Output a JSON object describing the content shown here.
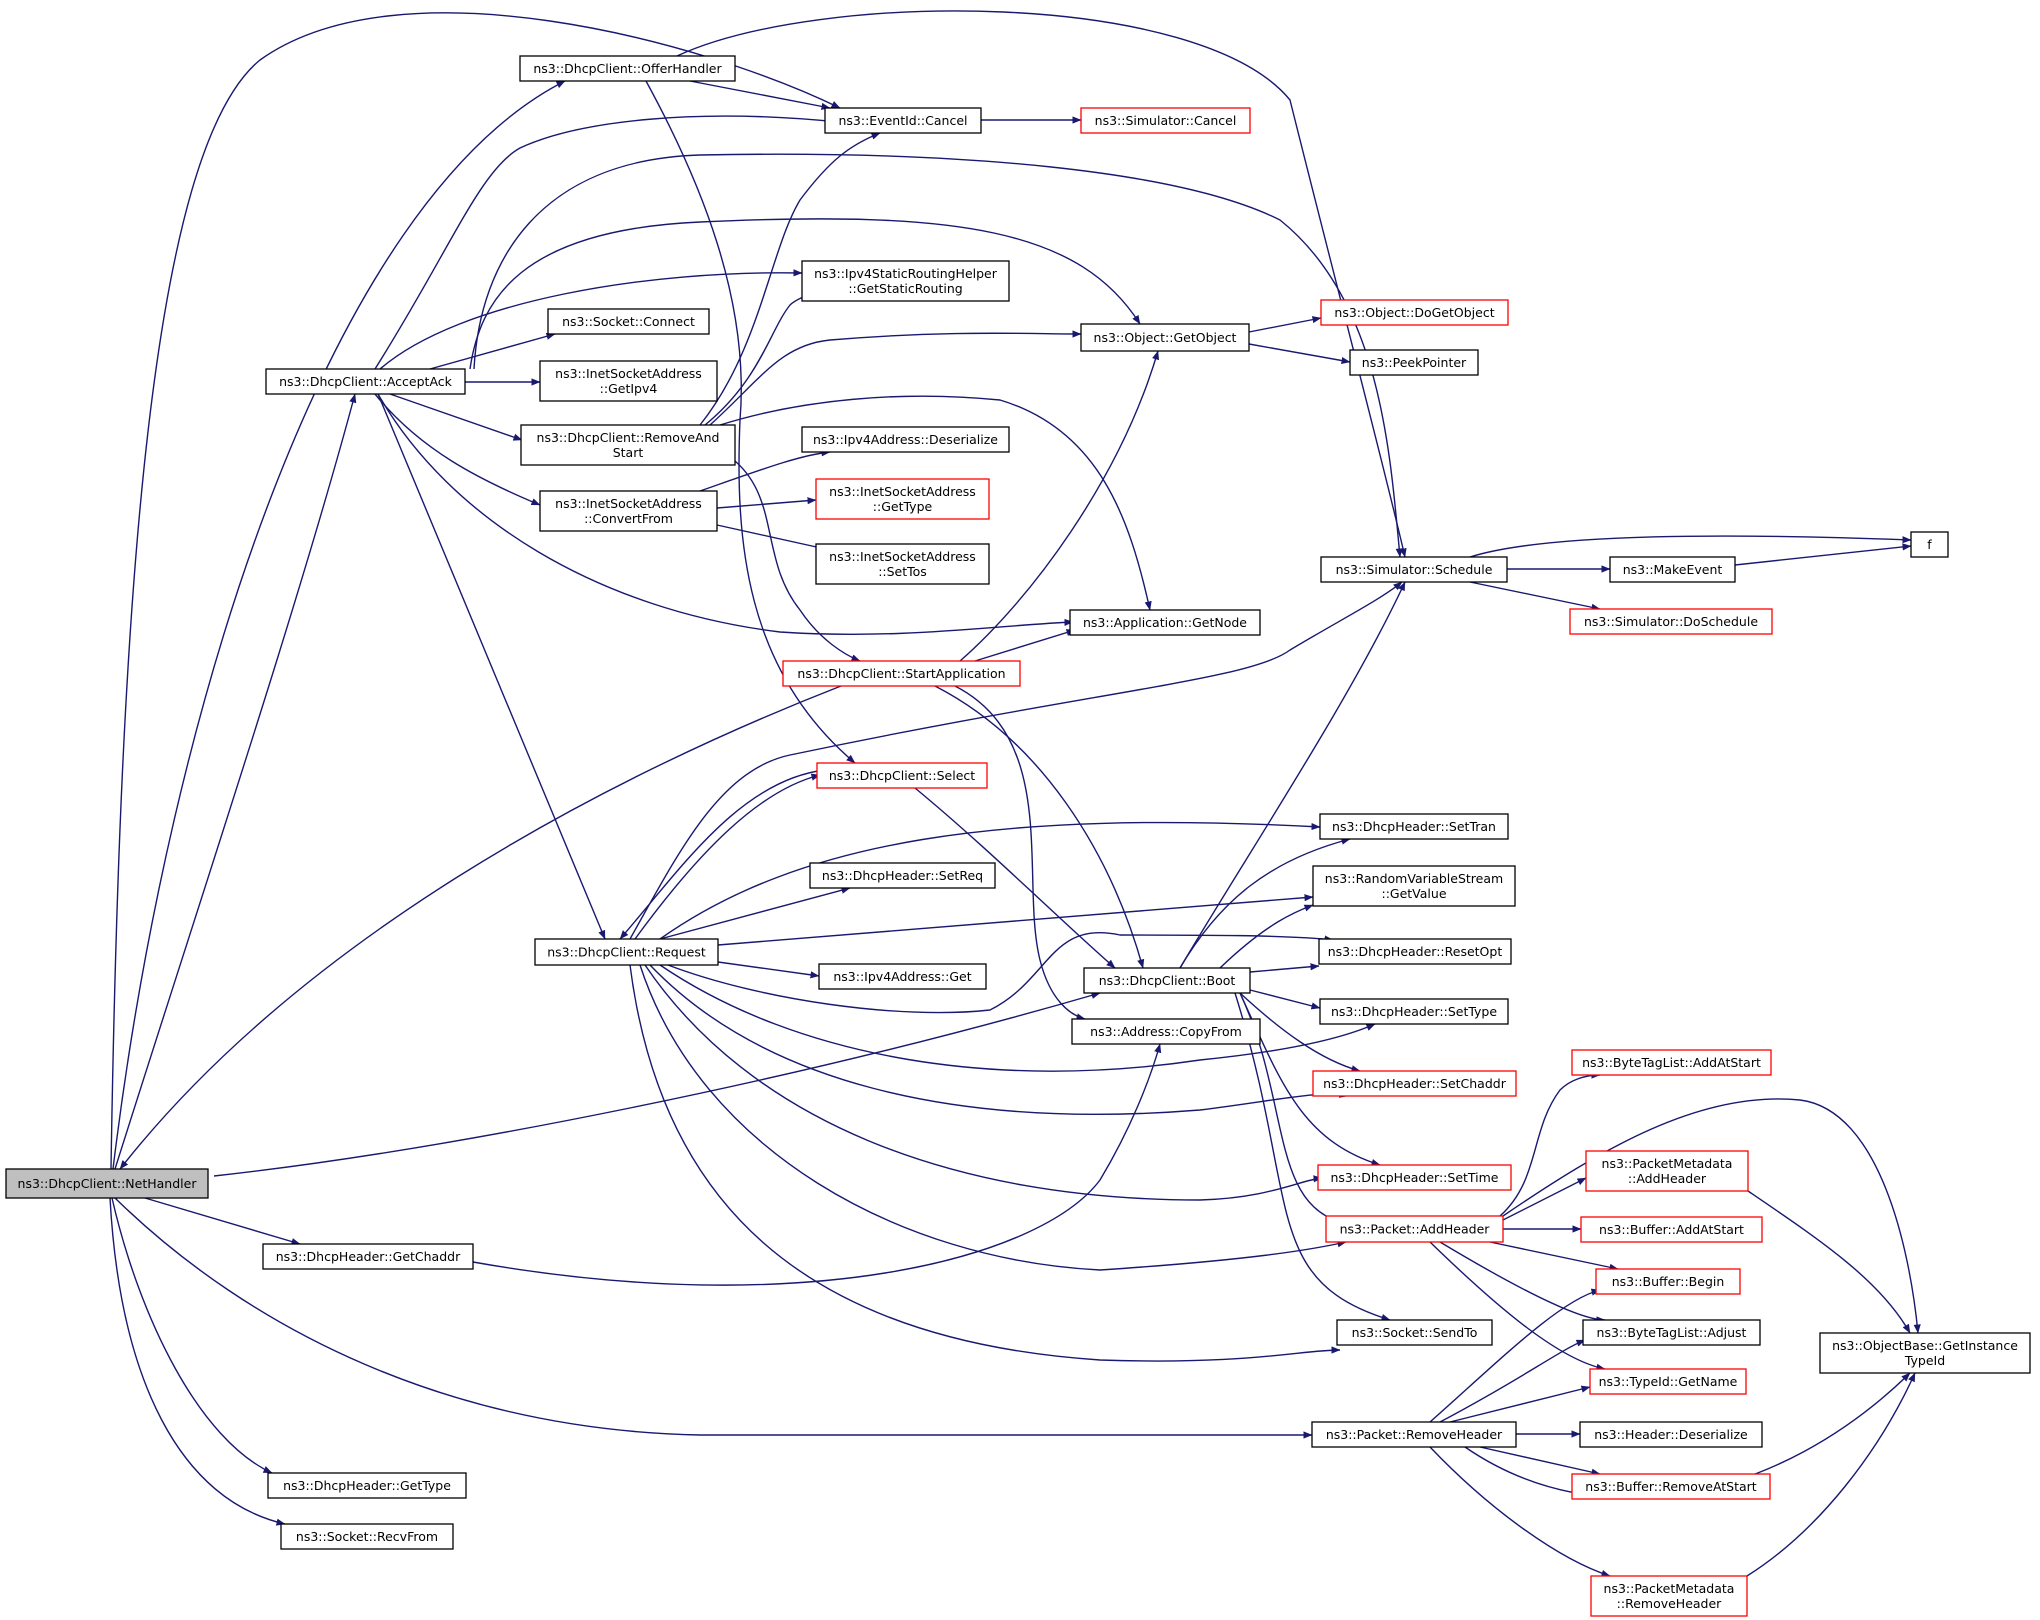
{
  "colors": {
    "edge": "#191970",
    "node_border_normal": "#000000",
    "node_border_linked": "#ff0000",
    "root_fill": "#bfbfbf",
    "node_fill": "#ffffff"
  },
  "nodes": [
    {
      "id": "NetHandler",
      "lines": [
        "ns3::DhcpClient::NetHandler"
      ],
      "style": "root"
    },
    {
      "id": "OfferHandler",
      "lines": [
        "ns3::DhcpClient::OfferHandler"
      ],
      "style": "normal"
    },
    {
      "id": "EventIdCancel",
      "lines": [
        "ns3::EventId::Cancel"
      ],
      "style": "normal"
    },
    {
      "id": "SimulatorCancel",
      "lines": [
        "ns3::Simulator::Cancel"
      ],
      "style": "red"
    },
    {
      "id": "GetStaticRouting",
      "lines": [
        "ns3::Ipv4StaticRoutingHelper",
        "::GetStaticRouting"
      ],
      "style": "normal"
    },
    {
      "id": "SocketConnect",
      "lines": [
        "ns3::Socket::Connect"
      ],
      "style": "normal"
    },
    {
      "id": "AcceptAck",
      "lines": [
        "ns3::DhcpClient::AcceptAck"
      ],
      "style": "normal"
    },
    {
      "id": "GetIpv4",
      "lines": [
        "ns3::InetSocketAddress",
        "::GetIpv4"
      ],
      "style": "normal"
    },
    {
      "id": "RemoveAndStart",
      "lines": [
        "ns3::DhcpClient::RemoveAnd",
        "Start"
      ],
      "style": "normal"
    },
    {
      "id": "Ipv4Deserialize",
      "lines": [
        "ns3::Ipv4Address::Deserialize"
      ],
      "style": "normal"
    },
    {
      "id": "ConvertFrom",
      "lines": [
        "ns3::InetSocketAddress",
        "::ConvertFrom"
      ],
      "style": "normal"
    },
    {
      "id": "InetGetType",
      "lines": [
        "ns3::InetSocketAddress",
        "::GetType"
      ],
      "style": "red"
    },
    {
      "id": "SetTos",
      "lines": [
        "ns3::InetSocketAddress",
        "::SetTos"
      ],
      "style": "normal"
    },
    {
      "id": "ObjectGetObject",
      "lines": [
        "ns3::Object::GetObject"
      ],
      "style": "normal"
    },
    {
      "id": "DoGetObject",
      "lines": [
        "ns3::Object::DoGetObject"
      ],
      "style": "red"
    },
    {
      "id": "PeekPointer",
      "lines": [
        "ns3::PeekPointer"
      ],
      "style": "normal"
    },
    {
      "id": "Schedule",
      "lines": [
        "ns3::Simulator::Schedule"
      ],
      "style": "normal"
    },
    {
      "id": "MakeEvent",
      "lines": [
        "ns3::MakeEvent"
      ],
      "style": "normal"
    },
    {
      "id": "f",
      "lines": [
        "f"
      ],
      "style": "normal"
    },
    {
      "id": "DoSchedule",
      "lines": [
        "ns3::Simulator::DoSchedule"
      ],
      "style": "red"
    },
    {
      "id": "GetNode",
      "lines": [
        "ns3::Application::GetNode"
      ],
      "style": "normal"
    },
    {
      "id": "StartApplication",
      "lines": [
        "ns3::DhcpClient::StartApplication"
      ],
      "style": "red"
    },
    {
      "id": "Select",
      "lines": [
        "ns3::DhcpClient::Select"
      ],
      "style": "red"
    },
    {
      "id": "SetTran",
      "lines": [
        "ns3::DhcpHeader::SetTran"
      ],
      "style": "normal"
    },
    {
      "id": "SetReq",
      "lines": [
        "ns3::DhcpHeader::SetReq"
      ],
      "style": "normal"
    },
    {
      "id": "RVSGetValue",
      "lines": [
        "ns3::RandomVariableStream",
        "::GetValue"
      ],
      "style": "normal"
    },
    {
      "id": "Request",
      "lines": [
        "ns3::DhcpClient::Request"
      ],
      "style": "normal"
    },
    {
      "id": "ResetOpt",
      "lines": [
        "ns3::DhcpHeader::ResetOpt"
      ],
      "style": "normal"
    },
    {
      "id": "Ipv4Get",
      "lines": [
        "ns3::Ipv4Address::Get"
      ],
      "style": "normal"
    },
    {
      "id": "Boot",
      "lines": [
        "ns3::DhcpClient::Boot"
      ],
      "style": "normal"
    },
    {
      "id": "SetType",
      "lines": [
        "ns3::DhcpHeader::SetType"
      ],
      "style": "normal"
    },
    {
      "id": "CopyFrom",
      "lines": [
        "ns3::Address::CopyFrom"
      ],
      "style": "normal"
    },
    {
      "id": "SetChaddr",
      "lines": [
        "ns3::DhcpHeader::SetChaddr"
      ],
      "style": "red"
    },
    {
      "id": "AddAtStartTag",
      "lines": [
        "ns3::ByteTagList::AddAtStart"
      ],
      "style": "red"
    },
    {
      "id": "PMAddHeader",
      "lines": [
        "ns3::PacketMetadata",
        "::AddHeader"
      ],
      "style": "red"
    },
    {
      "id": "SetTime",
      "lines": [
        "ns3::DhcpHeader::SetTime"
      ],
      "style": "red"
    },
    {
      "id": "PacketAddHeader",
      "lines": [
        "ns3::Packet::AddHeader"
      ],
      "style": "red"
    },
    {
      "id": "BufferAddAtStart",
      "lines": [
        "ns3::Buffer::AddAtStart"
      ],
      "style": "red"
    },
    {
      "id": "GetChaddr",
      "lines": [
        "ns3::DhcpHeader::GetChaddr"
      ],
      "style": "normal"
    },
    {
      "id": "BufferBegin",
      "lines": [
        "ns3::Buffer::Begin"
      ],
      "style": "red"
    },
    {
      "id": "SendTo",
      "lines": [
        "ns3::Socket::SendTo"
      ],
      "style": "normal"
    },
    {
      "id": "TagAdjust",
      "lines": [
        "ns3::ByteTagList::Adjust"
      ],
      "style": "normal"
    },
    {
      "id": "GetInstanceTypeId",
      "lines": [
        "ns3::ObjectBase::GetInstance",
        "TypeId"
      ],
      "style": "normal"
    },
    {
      "id": "TypeIdGetName",
      "lines": [
        "ns3::TypeId::GetName"
      ],
      "style": "red"
    },
    {
      "id": "RemoveHeader",
      "lines": [
        "ns3::Packet::RemoveHeader"
      ],
      "style": "normal"
    },
    {
      "id": "HeaderDeserialize",
      "lines": [
        "ns3::Header::Deserialize"
      ],
      "style": "normal"
    },
    {
      "id": "BufferRemoveAtStart",
      "lines": [
        "ns3::Buffer::RemoveAtStart"
      ],
      "style": "red"
    },
    {
      "id": "DhcpGetType",
      "lines": [
        "ns3::DhcpHeader::GetType"
      ],
      "style": "normal"
    },
    {
      "id": "RecvFrom",
      "lines": [
        "ns3::Socket::RecvFrom"
      ],
      "style": "normal"
    },
    {
      "id": "PMRemoveHeader",
      "lines": [
        "ns3::PacketMetadata",
        "::RemoveHeader"
      ],
      "style": "red"
    }
  ],
  "edges": [
    [
      "NetHandler",
      "AcceptAck"
    ],
    [
      "NetHandler",
      "OfferHandler"
    ],
    [
      "NetHandler",
      "EventIdCancel"
    ],
    [
      "NetHandler",
      "GetChaddr"
    ],
    [
      "NetHandler",
      "DhcpGetType"
    ],
    [
      "NetHandler",
      "RecvFrom"
    ],
    [
      "NetHandler",
      "RemoveHeader"
    ],
    [
      "NetHandler",
      "Boot"
    ],
    [
      "OfferHandler",
      "EventIdCancel"
    ],
    [
      "OfferHandler",
      "Schedule"
    ],
    [
      "OfferHandler",
      "Select"
    ],
    [
      "EventIdCancel",
      "SimulatorCancel"
    ],
    [
      "AcceptAck",
      "EventIdCancel"
    ],
    [
      "AcceptAck",
      "GetStaticRouting"
    ],
    [
      "AcceptAck",
      "SocketConnect"
    ],
    [
      "AcceptAck",
      "GetIpv4"
    ],
    [
      "AcceptAck",
      "RemoveAndStart"
    ],
    [
      "AcceptAck",
      "ConvertFrom"
    ],
    [
      "AcceptAck",
      "ObjectGetObject"
    ],
    [
      "AcceptAck",
      "Schedule"
    ],
    [
      "AcceptAck",
      "GetNode"
    ],
    [
      "AcceptAck",
      "Request"
    ],
    [
      "RemoveAndStart",
      "EventIdCancel"
    ],
    [
      "RemoveAndStart",
      "GetStaticRouting"
    ],
    [
      "RemoveAndStart",
      "ObjectGetObject"
    ],
    [
      "RemoveAndStart",
      "GetNode"
    ],
    [
      "RemoveAndStart",
      "StartApplication"
    ],
    [
      "ConvertFrom",
      "Ipv4Deserialize"
    ],
    [
      "ConvertFrom",
      "InetGetType"
    ],
    [
      "ConvertFrom",
      "SetTos"
    ],
    [
      "ObjectGetObject",
      "DoGetObject"
    ],
    [
      "ObjectGetObject",
      "PeekPointer"
    ],
    [
      "Schedule",
      "MakeEvent"
    ],
    [
      "Schedule",
      "f"
    ],
    [
      "Schedule",
      "DoSchedule"
    ],
    [
      "MakeEvent",
      "f"
    ],
    [
      "StartApplication",
      "GetNode"
    ],
    [
      "StartApplication",
      "ObjectGetObject"
    ],
    [
      "StartApplication",
      "Boot"
    ],
    [
      "StartApplication",
      "CopyFrom"
    ],
    [
      "StartApplication",
      "NetHandler"
    ],
    [
      "Select",
      "Request"
    ],
    [
      "Select",
      "Boot"
    ],
    [
      "Request",
      "Select"
    ],
    [
      "Request",
      "SetTran"
    ],
    [
      "Request",
      "SetReq"
    ],
    [
      "Request",
      "RVSGetValue"
    ],
    [
      "Request",
      "Ipv4Get"
    ],
    [
      "Request",
      "ResetOpt"
    ],
    [
      "Request",
      "SetType"
    ],
    [
      "Request",
      "SetChaddr"
    ],
    [
      "Request",
      "SetTime"
    ],
    [
      "Request",
      "PacketAddHeader"
    ],
    [
      "Request",
      "SendTo"
    ],
    [
      "Request",
      "Schedule"
    ],
    [
      "Boot",
      "SetTran"
    ],
    [
      "Boot",
      "RVSGetValue"
    ],
    [
      "Boot",
      "ResetOpt"
    ],
    [
      "Boot",
      "SetType"
    ],
    [
      "Boot",
      "SetChaddr"
    ],
    [
      "Boot",
      "SetTime"
    ],
    [
      "Boot",
      "PacketAddHeader"
    ],
    [
      "Boot",
      "SendTo"
    ],
    [
      "Boot",
      "Schedule"
    ],
    [
      "GetChaddr",
      "CopyFrom"
    ],
    [
      "PacketAddHeader",
      "AddAtStartTag"
    ],
    [
      "PacketAddHeader",
      "PMAddHeader"
    ],
    [
      "PacketAddHeader",
      "GetInstanceTypeId"
    ],
    [
      "PacketAddHeader",
      "BufferAddAtStart"
    ],
    [
      "PacketAddHeader",
      "BufferBegin"
    ],
    [
      "PacketAddHeader",
      "TagAdjust"
    ],
    [
      "PacketAddHeader",
      "TypeIdGetName"
    ],
    [
      "PMAddHeader",
      "GetInstanceTypeId"
    ],
    [
      "RemoveHeader",
      "BufferBegin"
    ],
    [
      "RemoveHeader",
      "TagAdjust"
    ],
    [
      "RemoveHeader",
      "TypeIdGetName"
    ],
    [
      "RemoveHeader",
      "HeaderDeserialize"
    ],
    [
      "RemoveHeader",
      "BufferRemoveAtStart"
    ],
    [
      "RemoveHeader",
      "GetInstanceTypeId"
    ],
    [
      "RemoveHeader",
      "PMRemoveHeader"
    ],
    [
      "PMRemoveHeader",
      "GetInstanceTypeId"
    ]
  ]
}
